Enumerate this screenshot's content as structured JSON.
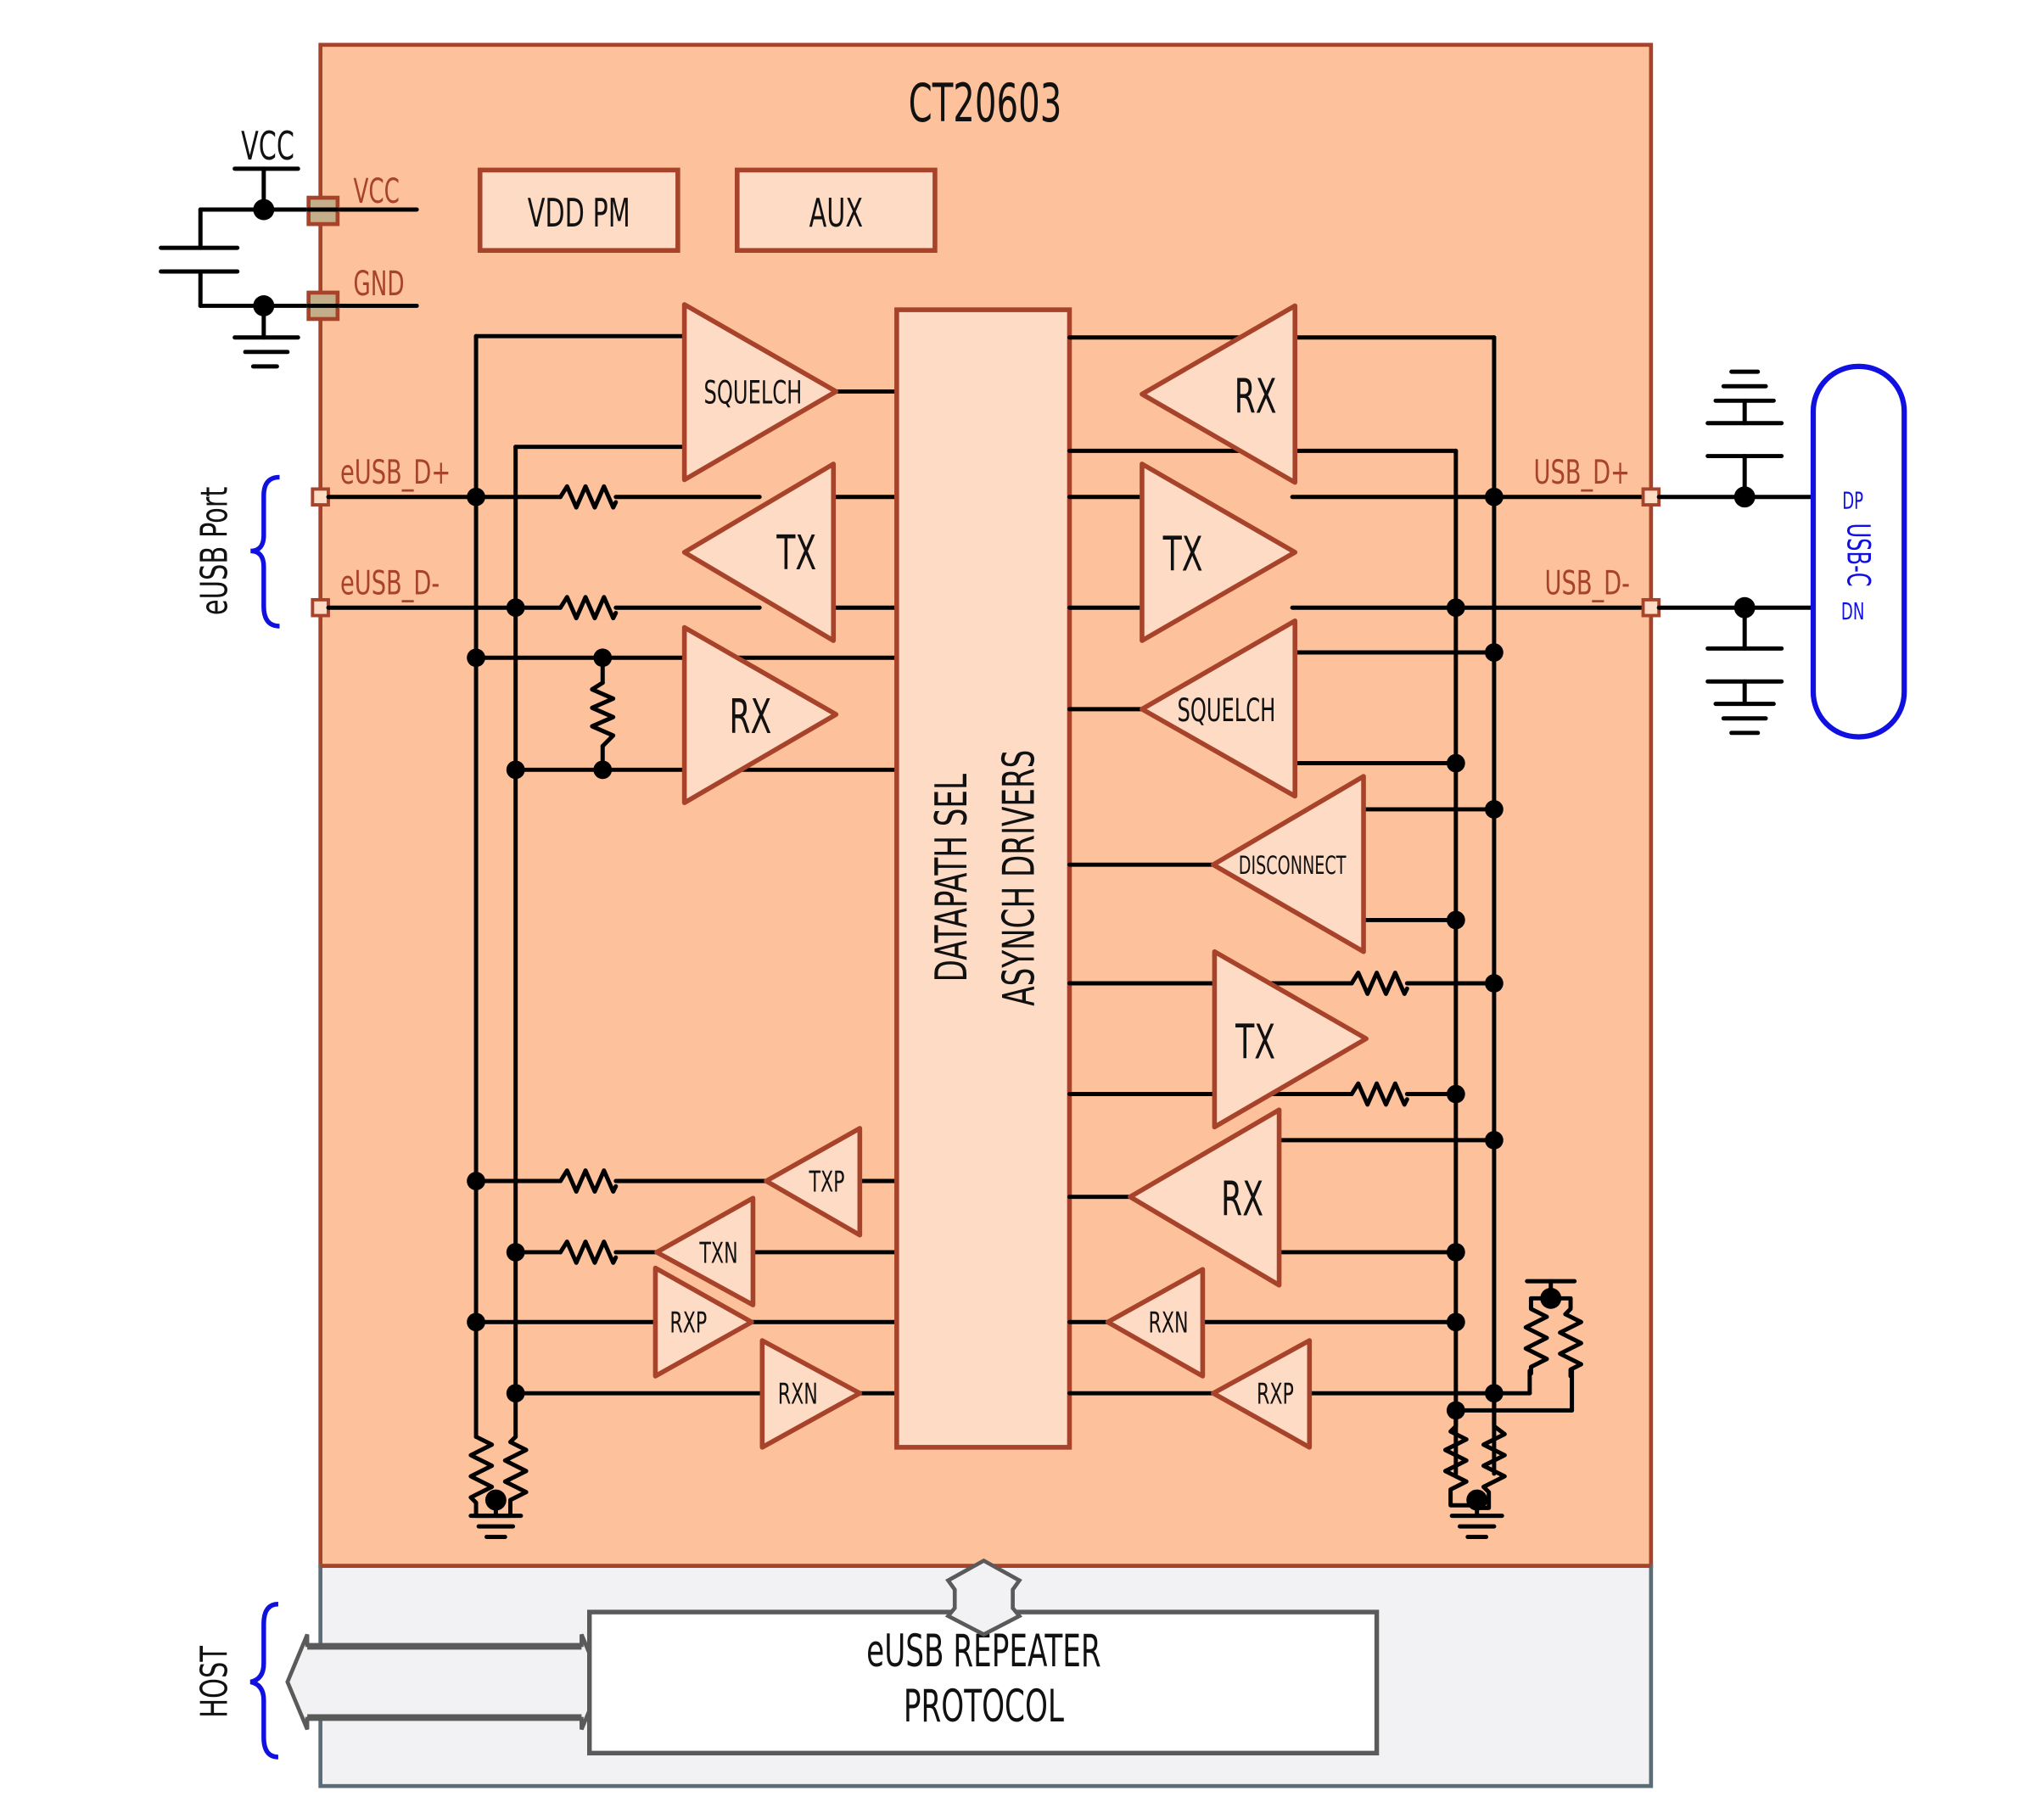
{
  "diagram": {
    "chip_name": "CT20603",
    "colors": {
      "chip_fill": "#FDC29C",
      "chip_border": "#A8432B",
      "block_fill": "#FDDBC4",
      "host_fill": "#F2F2F4",
      "host_border": "#5A6E78",
      "connector_color": "#1010E0",
      "arrow_color": "#5A5A5A"
    },
    "supply": {
      "vcc_rail_label": "VCC",
      "vcc_pin_label": "VCC",
      "gnd_pin_label": "GND"
    },
    "blocks": {
      "vdd_pm": "VDD PM",
      "aux": "AUX",
      "datapath_line1": "DATAPATH SEL",
      "datapath_line2": "ASYNCH DRIVERS"
    },
    "left_port": {
      "group_label": "eUSB Port",
      "pin_dp": "eUSB_D+",
      "pin_dn": "eUSB_D-"
    },
    "right_port": {
      "pin_dp": "USB_D+",
      "pin_dn": "USB_D-",
      "connector_label": "USB-C",
      "connector_dp": "DP",
      "connector_dn": "DN"
    },
    "left_amps": {
      "squelch": "SQUELCH",
      "tx": "TX",
      "rx": "RX",
      "txp": "TXP",
      "txn": "TXN",
      "rxp": "RXP",
      "rxn": "RXN"
    },
    "right_amps": {
      "rx_top": "RX",
      "tx_top": "TX",
      "squelch": "SQUELCH",
      "disconnect": "DISCONNECT",
      "tx_mid": "TX",
      "rx_mid": "RX",
      "rxn": "RXN",
      "rxp": "RXP"
    },
    "host": {
      "group_label": "HOST",
      "protocol_line1": "eUSB REPEATER",
      "protocol_line2": "PROTOCOL"
    }
  }
}
